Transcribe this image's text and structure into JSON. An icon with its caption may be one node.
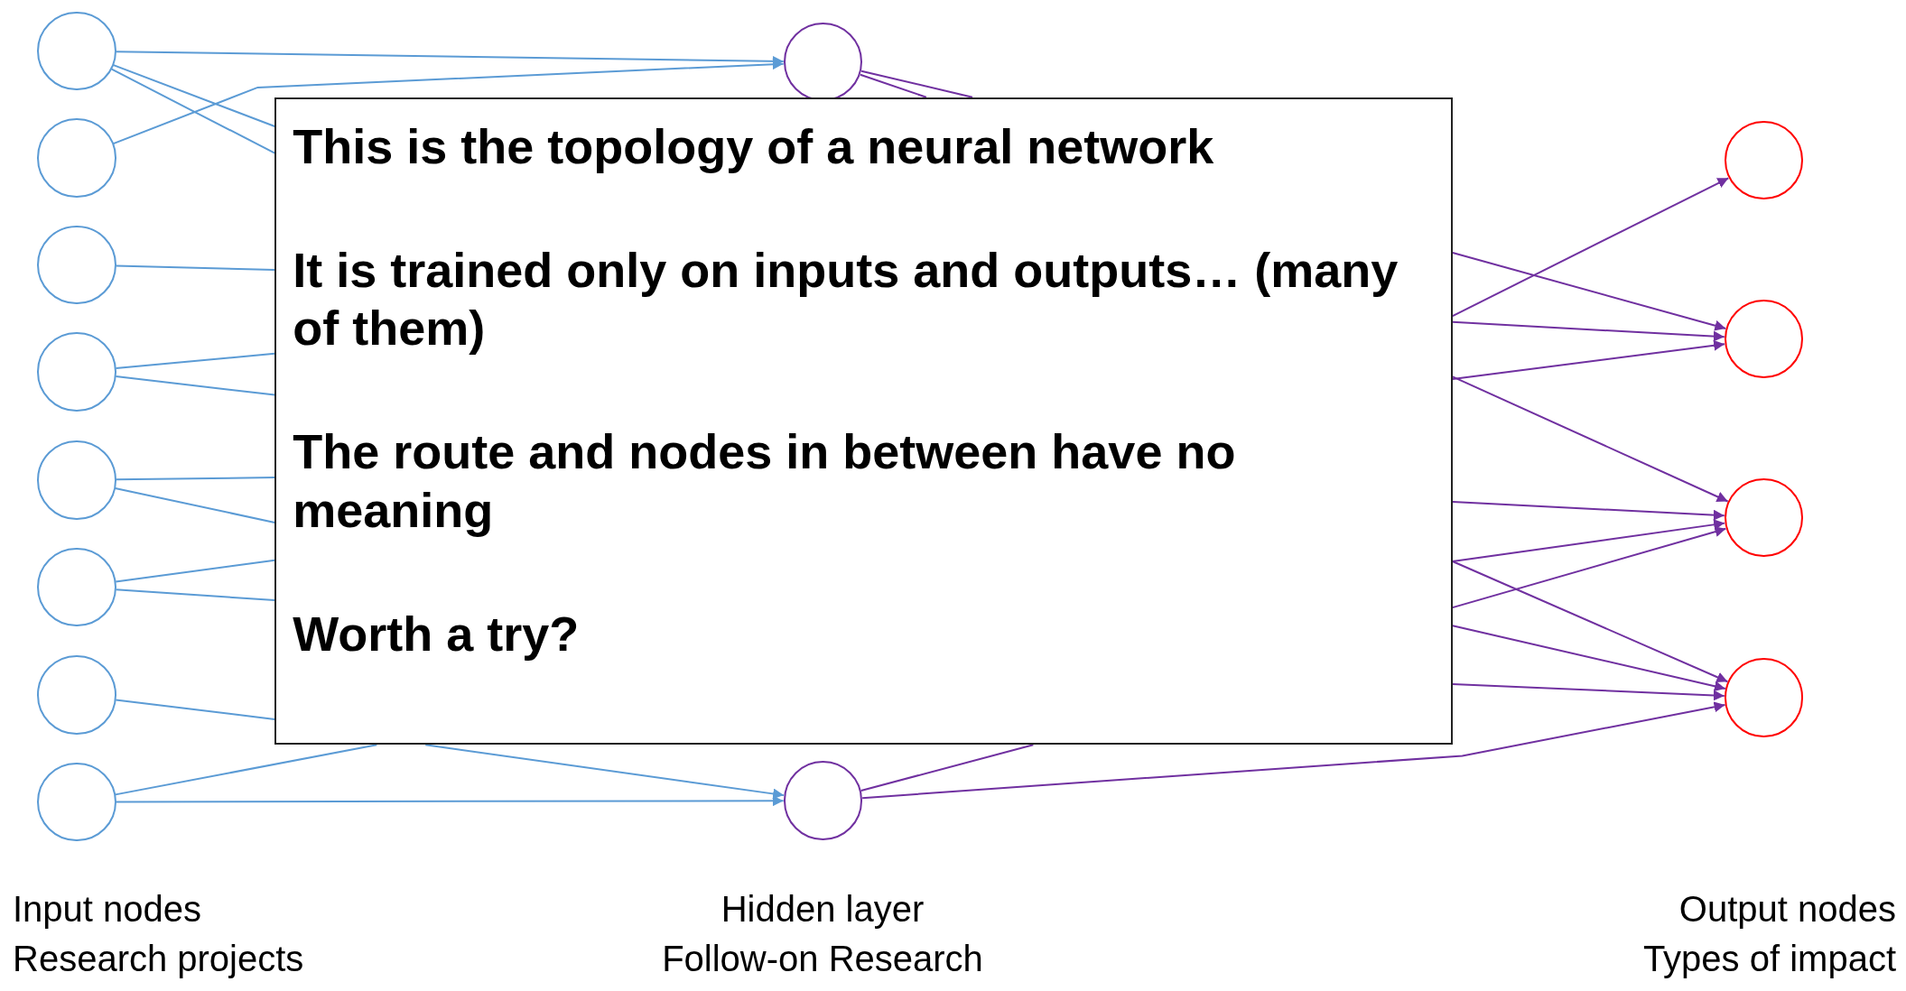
{
  "diagram": {
    "nodes": [
      {
        "text": [],
        "shape": "circle"
      },
      {
        "text": [],
        "shape": "circle"
      },
      {
        "text": [],
        "shape": "circle"
      },
      {
        "text": [],
        "shape": "circle"
      },
      {
        "text": [],
        "shape": "circle"
      },
      {
        "text": [],
        "shape": "circle"
      },
      {
        "text": [],
        "shape": "circle"
      },
      {
        "text": [],
        "shape": "circle"
      },
      {
        "text": [],
        "shape": "circle"
      },
      {
        "text": [],
        "shape": "circle"
      },
      {
        "text": [],
        "shape": "circle"
      },
      {
        "text": [],
        "shape": "circle"
      },
      {
        "text": [],
        "shape": "circle"
      },
      {
        "text": [],
        "shape": "circle"
      },
      {
        "text": [
          "This is the topology of a neural network",
          "It is trained only on inputs and outputs… (many of them)",
          "The route and nodes in between have no meaning",
          "Worth a try?"
        ]
      }
    ],
    "edges": [
      {
        "from": 0,
        "to": 8,
        "arrow": "to"
      },
      {
        "from": 0,
        "to": 14,
        "arrow": "none"
      },
      {
        "from": 0,
        "to": 14,
        "arrow": "none"
      },
      {
        "from": 1,
        "to": 8,
        "arrow": "to"
      },
      {
        "from": 2,
        "to": 14,
        "arrow": "none"
      },
      {
        "from": 3,
        "to": 14,
        "arrow": "none"
      },
      {
        "from": 3,
        "to": 14,
        "arrow": "none"
      },
      {
        "from": 4,
        "to": 14,
        "arrow": "none"
      },
      {
        "from": 4,
        "to": 14,
        "arrow": "none"
      },
      {
        "from": 5,
        "to": 14,
        "arrow": "none"
      },
      {
        "from": 5,
        "to": 14,
        "arrow": "none"
      },
      {
        "from": 6,
        "to": 14,
        "arrow": "none"
      },
      {
        "from": 7,
        "to": 14,
        "arrow": "none"
      },
      {
        "from": 7,
        "to": 9,
        "arrow": "to"
      },
      {
        "from": 14,
        "to": 9,
        "arrow": "to"
      },
      {
        "from": 8,
        "to": 14,
        "arrow": "none",
        "color": "#7030a0"
      },
      {
        "from": 8,
        "to": 14,
        "arrow": "none",
        "color": "#7030a0"
      },
      {
        "from": 9,
        "to": 14,
        "arrow": "none",
        "color": "#7030a0"
      },
      {
        "from": 9,
        "to": 13,
        "arrow": "to",
        "color": "#7030a0"
      },
      {
        "from": 14,
        "to": 10,
        "arrow": "to",
        "color": "#7030a0"
      },
      {
        "from": 14,
        "to": 11,
        "arrow": "to",
        "color": "#7030a0"
      },
      {
        "from": 14,
        "to": 11,
        "arrow": "to",
        "color": "#7030a0"
      },
      {
        "from": 14,
        "to": 11,
        "arrow": "to",
        "color": "#7030a0"
      },
      {
        "from": 14,
        "to": 12,
        "arrow": "to",
        "color": "#7030a0"
      },
      {
        "from": 14,
        "to": 12,
        "arrow": "to",
        "color": "#7030a0"
      },
      {
        "from": 14,
        "to": 12,
        "arrow": "to",
        "color": "#7030a0"
      },
      {
        "from": 14,
        "to": 12,
        "arrow": "to",
        "color": "#7030a0"
      },
      {
        "from": 14,
        "to": 13,
        "arrow": "to",
        "color": "#7030a0"
      },
      {
        "from": 14,
        "to": 13,
        "arrow": "to",
        "color": "#7030a0"
      },
      {
        "from": 14,
        "to": 13,
        "arrow": "to",
        "color": "#7030a0"
      }
    ],
    "labels": [
      "Research projects",
      "Input nodes",
      "Follow-on Research",
      "Hidden layer",
      "Types of impact",
      "Output nodes"
    ]
  }
}
